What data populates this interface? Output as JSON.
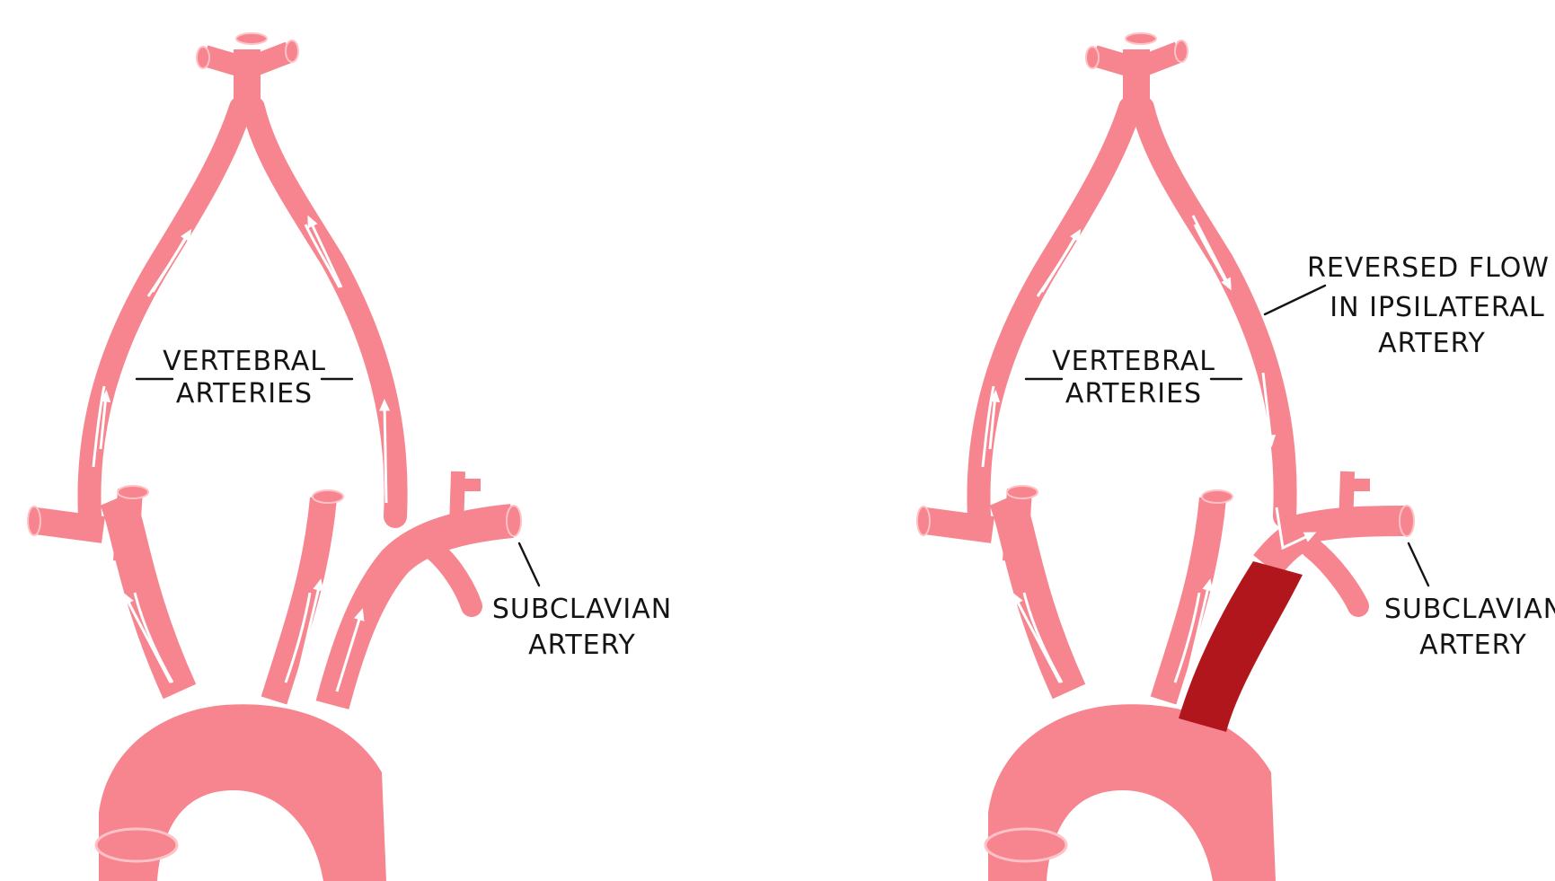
{
  "colors": {
    "vessel": "#f6858f",
    "vessel_rim": "#ee7680",
    "vessel_highlight": "#ffffff",
    "occlusion": "#b0161b",
    "ink": "#141414",
    "background": "#ffffff"
  },
  "panels": [
    {
      "id": "normal",
      "labels": {
        "vertebral_line1": "VERTEBRAL",
        "vertebral_line2": "ARTERIES",
        "subclavian_line1": "SUBCLAVIAN",
        "subclavian_line2": "ARTERY"
      }
    },
    {
      "id": "subclavian-steal",
      "labels": {
        "vertebral_line1": "VERTEBRAL",
        "vertebral_line2": "ARTERIES",
        "subclavian_line1": "SUBCLAVIAN",
        "subclavian_line2": "ARTERY",
        "reversed_line1": "REVERSED FLOW",
        "reversed_line2": "IN IPSILATERAL",
        "reversed_line3": "ARTERY"
      }
    }
  ]
}
